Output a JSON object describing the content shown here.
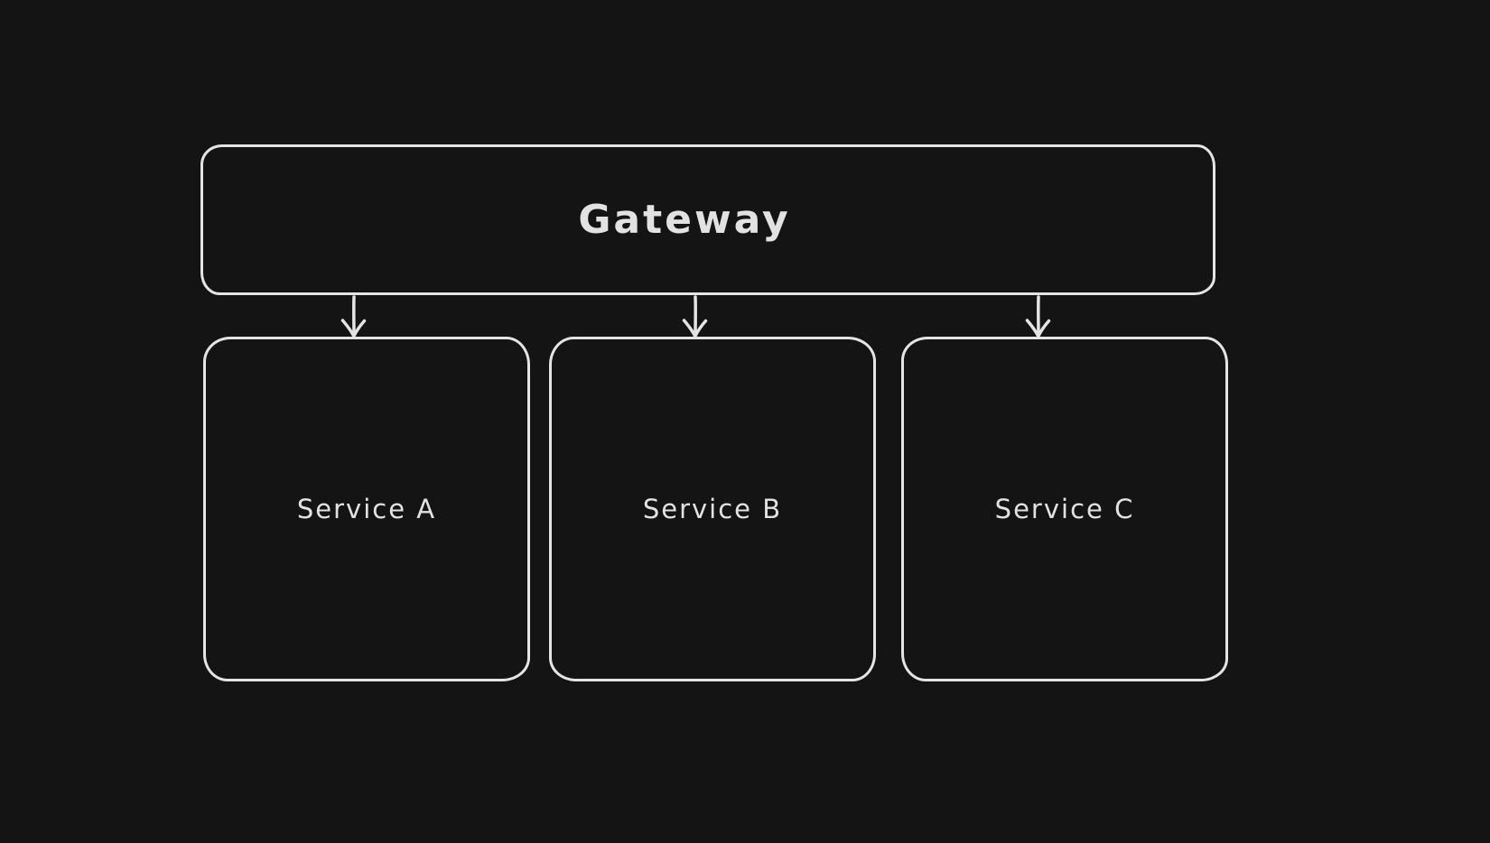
{
  "diagram": {
    "background_color": "#141414",
    "stroke_color": "#e4e4e4",
    "style": "hand-drawn-sketch",
    "nodes": [
      {
        "id": "gateway",
        "label": "Gateway"
      },
      {
        "id": "service-a",
        "label": "Service A"
      },
      {
        "id": "service-b",
        "label": "Service B"
      },
      {
        "id": "service-c",
        "label": "Service C"
      }
    ],
    "edges": [
      {
        "from": "gateway",
        "to": "service-a",
        "type": "arrow-down"
      },
      {
        "from": "gateway",
        "to": "service-b",
        "type": "arrow-down"
      },
      {
        "from": "gateway",
        "to": "service-c",
        "type": "arrow-down"
      }
    ]
  }
}
